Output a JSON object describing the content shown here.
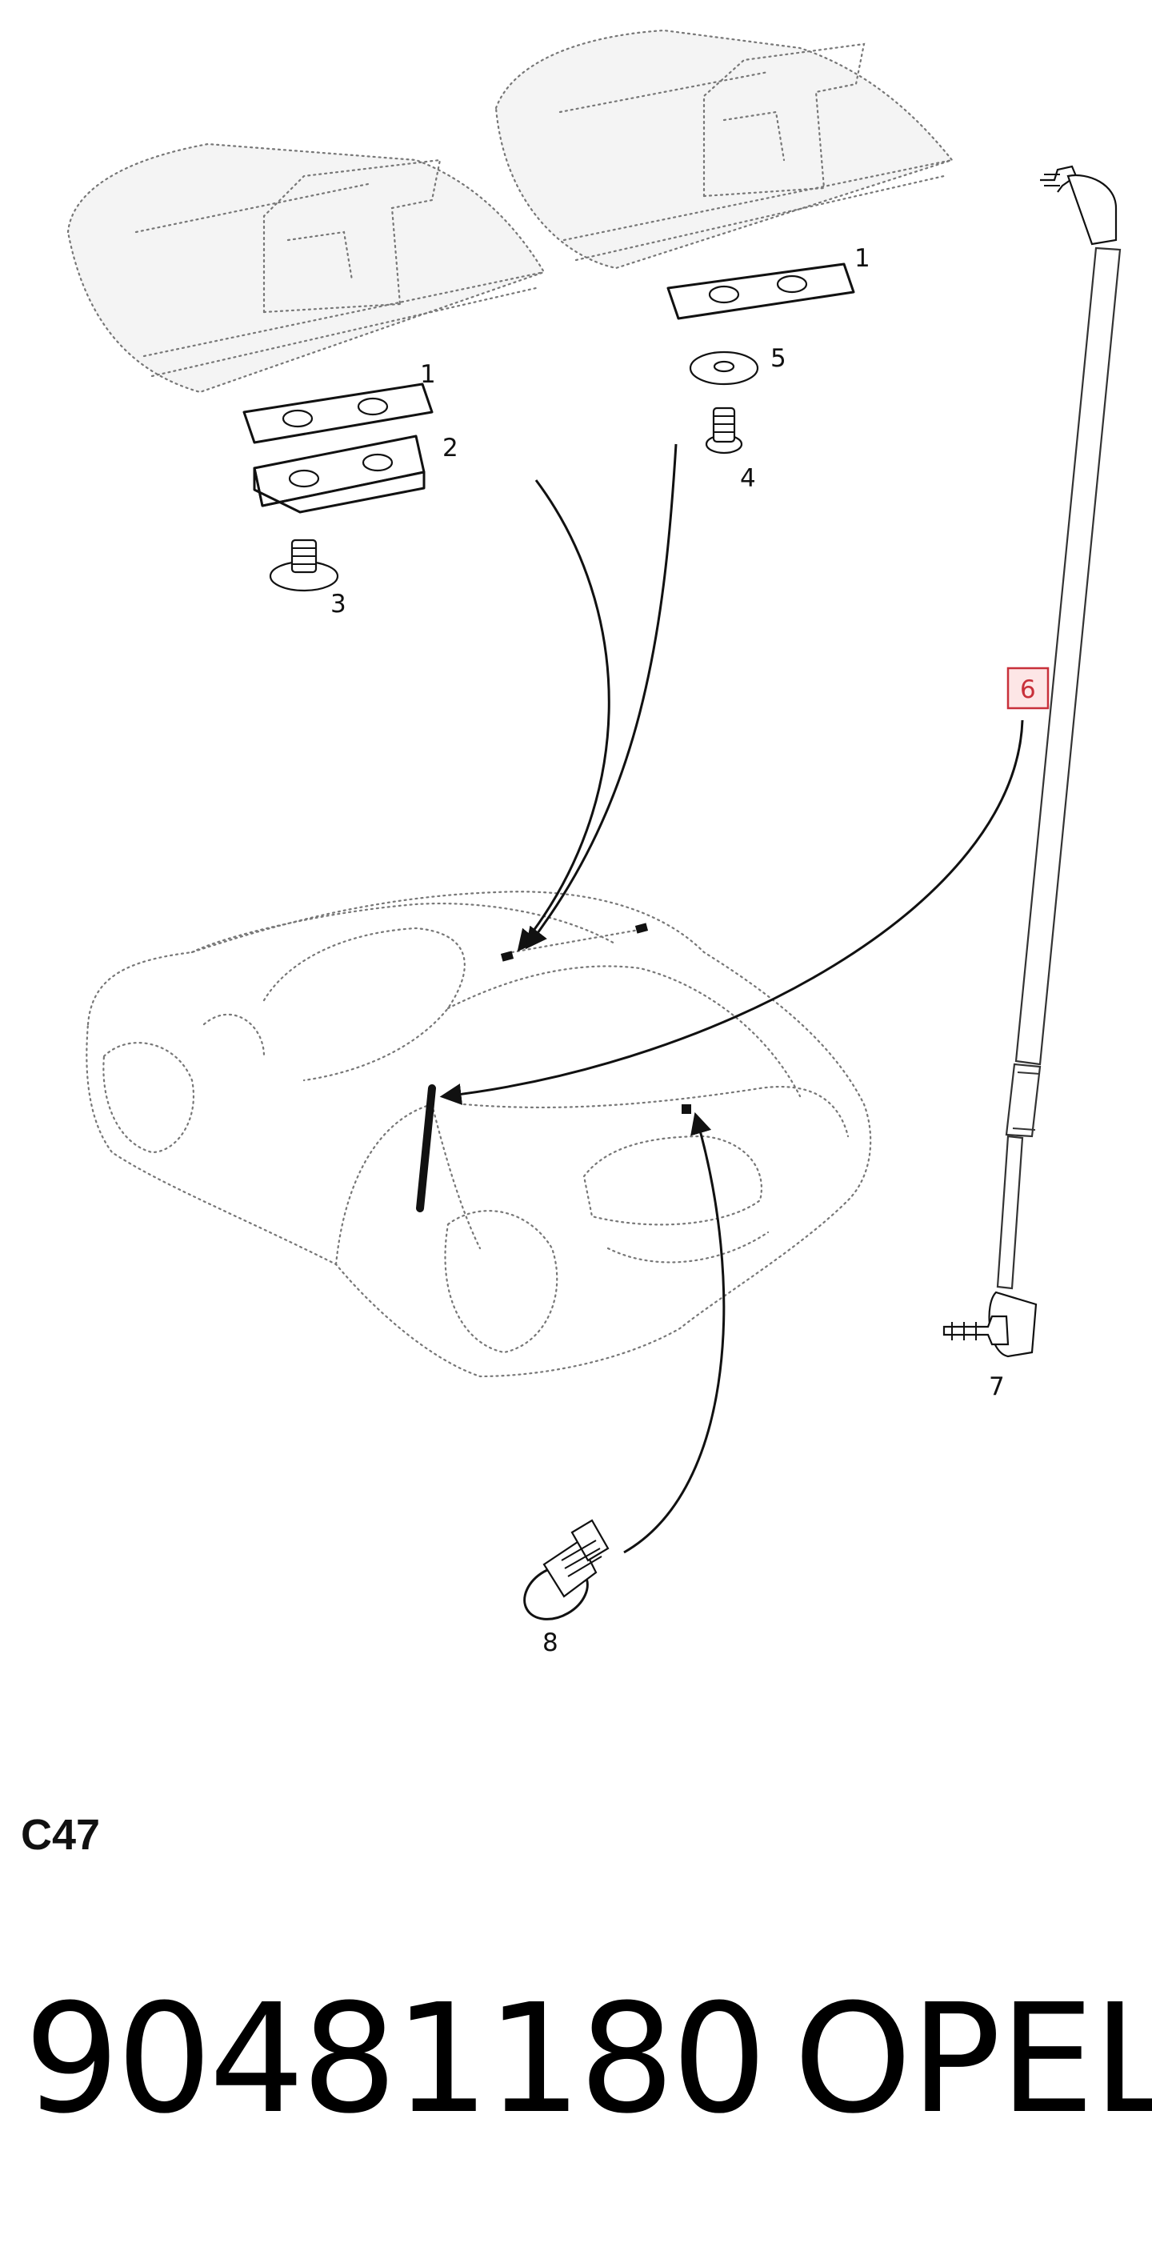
{
  "callouts": {
    "c1a": "1",
    "c1b": "1",
    "c2": "2",
    "c3": "3",
    "c4": "4",
    "c5": "5",
    "c6": "6",
    "c7": "7",
    "c8": "8"
  },
  "highlight_color": "#c8303a",
  "page_code": "C47",
  "part_number": "90481180",
  "brand": "OPEL"
}
